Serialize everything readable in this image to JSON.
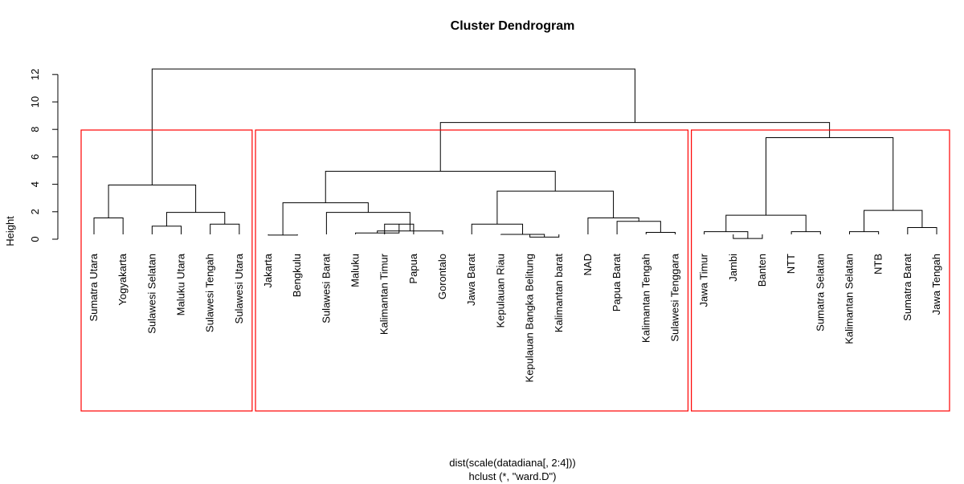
{
  "chart_data": {
    "type": "dendrogram",
    "title": "Cluster Dendrogram",
    "ylabel": "Height",
    "xlabel_line1": "dist(scale(datadiana[, 2:4]))",
    "xlabel_line2": "hclust (*, \"ward.D\")",
    "ylim": [
      0,
      12.5
    ],
    "yticks": [
      0,
      2,
      4,
      6,
      8,
      10,
      12
    ],
    "leaves": [
      "Sumatra Utara",
      "Yogyakarta",
      "Sulawesi Selatan",
      "Maluku Utara",
      "Sulawesi Tengah",
      "Sulawesi Utara",
      "Jakarta",
      "Bengkulu",
      "Sulawesi Barat",
      "Maluku",
      "Kalimantan Timur",
      "Papua",
      "Gorontalo",
      "Jawa Barat",
      "Kepulauan Riau",
      "Kepulauan Bangka Belitung",
      "Kalimantan barat",
      "NAD",
      "Papua Barat",
      "Kalimantan Tengah",
      "Sulawesi Tenggara",
      "Jawa Timur",
      "Jambi",
      "Banten",
      "NTT",
      "Sumatra Selatan",
      "Kalimantan Selatan",
      "NTB",
      "Sumatra Barat",
      "Jawa Tengah"
    ],
    "merges": [
      {
        "left": "L0",
        "right": "L1",
        "height": 1.55
      },
      {
        "left": "L2",
        "right": "L3",
        "height": 0.95
      },
      {
        "left": "L4",
        "right": "L5",
        "height": 1.1
      },
      {
        "left": "N1",
        "right": "N2",
        "height": 1.95
      },
      {
        "left": "N0",
        "right": "N3",
        "height": 3.95
      },
      {
        "left": "L6",
        "right": "L7",
        "height": 0.3
      },
      {
        "left": "L10",
        "right": "L11",
        "height": 1.1
      },
      {
        "left": "L9",
        "right": "N6",
        "height": 0.45
      },
      {
        "left": "N7",
        "right": "L12",
        "height": 0.6
      },
      {
        "left": "L8",
        "right": "N8",
        "height": 1.95
      },
      {
        "left": "N5",
        "right": "N9",
        "height": 2.65
      },
      {
        "left": "L15",
        "right": "L16",
        "height": 0.15
      },
      {
        "left": "L14",
        "right": "N11",
        "height": 0.35
      },
      {
        "left": "L13",
        "right": "N12",
        "height": 1.1
      },
      {
        "left": "L19",
        "right": "L20",
        "height": 0.5
      },
      {
        "left": "L18",
        "right": "N14",
        "height": 1.3
      },
      {
        "left": "L17",
        "right": "N15",
        "height": 1.55
      },
      {
        "left": "N13",
        "right": "N16",
        "height": 3.5
      },
      {
        "left": "N10",
        "right": "N17",
        "height": 4.95
      },
      {
        "left": "L22",
        "right": "L23",
        "height": 0.05
      },
      {
        "left": "L21",
        "right": "N19",
        "height": 0.55
      },
      {
        "left": "L24",
        "right": "L25",
        "height": 0.55
      },
      {
        "left": "N20",
        "right": "N21",
        "height": 1.75
      },
      {
        "left": "L26",
        "right": "L27",
        "height": 0.55
      },
      {
        "left": "L28",
        "right": "L29",
        "height": 0.85
      },
      {
        "left": "N23",
        "right": "N24",
        "height": 2.1
      },
      {
        "left": "N22",
        "right": "N25",
        "height": 7.4
      },
      {
        "left": "N18",
        "right": "N26",
        "height": 8.5
      },
      {
        "left": "N4",
        "right": "N27",
        "height": 12.4
      }
    ],
    "cluster_boxes": [
      {
        "from": 0,
        "to": 5,
        "color": "#ff0000"
      },
      {
        "from": 6,
        "to": 20,
        "color": "#ff0000"
      },
      {
        "from": 21,
        "to": 29,
        "color": "#ff0000"
      }
    ]
  }
}
